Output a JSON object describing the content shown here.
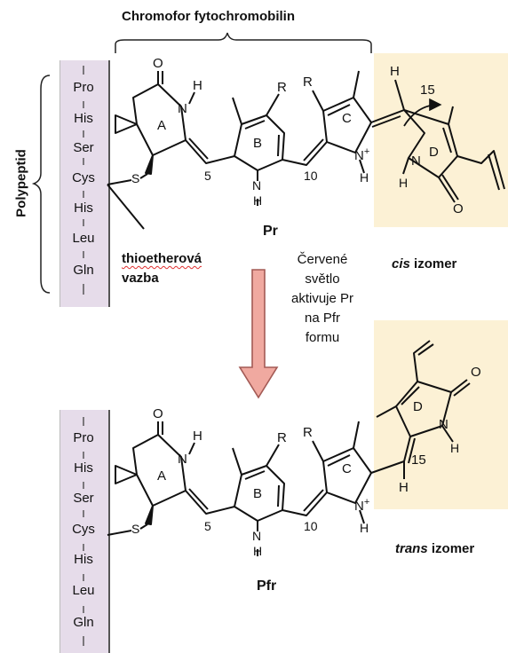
{
  "title": "Chromofor fytochromobilin",
  "polypeptide_label": "Polypeptid",
  "peptide_top": [
    "Pro",
    "His",
    "Ser",
    "Cys",
    "His",
    "Leu",
    "Gln"
  ],
  "peptide_bottom": [
    "Pro",
    "His",
    "Ser",
    "Cys",
    "His",
    "Leu",
    "Gln"
  ],
  "bond_label_line1": "thioetherová",
  "bond_label_line2": "vazba",
  "arrow_caption_lines": [
    "Červené",
    "světlo",
    "aktivuje Pr",
    "na Pfr",
    "formu"
  ],
  "form_top": "Pr",
  "form_bottom": "Pfr",
  "isomer_top": {
    "prefix": "cis",
    "word": "izomer"
  },
  "isomer_bottom": {
    "prefix": "trans",
    "word": "izomer"
  },
  "top_molecule": {
    "rings": [
      "A",
      "B",
      "C",
      "D"
    ],
    "oxygen": "O",
    "hydrogen": "H",
    "nitrogen": "N",
    "sulfur": "S",
    "substituent": "R",
    "plus": "+",
    "locants": [
      "5",
      "10",
      "15"
    ]
  },
  "bottom_molecule": {
    "rings": [
      "A",
      "B",
      "C",
      "D"
    ],
    "oxygen": "O",
    "hydrogen": "H",
    "nitrogen": "N",
    "sulfur": "S",
    "substituent": "R",
    "plus": "+",
    "locants": [
      "5",
      "10",
      "15"
    ]
  },
  "colors": {
    "peptide_bar": "#e6dcea",
    "ring_d_highlight": "#fcf1d5",
    "arrow_fill": "#f0a9a0",
    "arrow_stroke": "#a35a55",
    "squiggle": "#e03030"
  }
}
